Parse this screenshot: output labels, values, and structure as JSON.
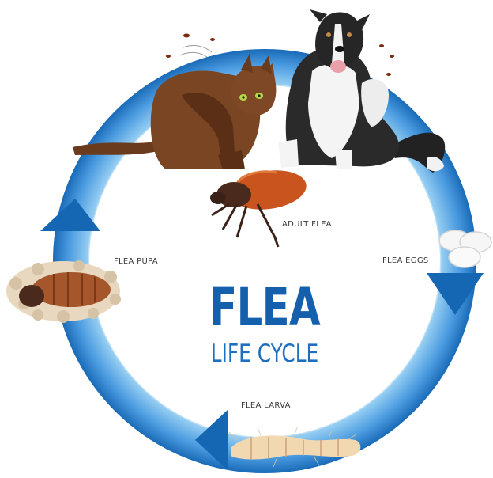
{
  "title": "FLEA",
  "subtitle": "LIFE CYCLE",
  "stages": {
    "adult": "ADULT FLEA",
    "eggs": "FLEA EGGS",
    "larva": "FLEA LARVA",
    "pupa": "FLEA PUPA"
  },
  "colors": {
    "ring_dark": "#1566b3",
    "ring_light": "#8ec8ef",
    "title": "#1560ad"
  },
  "icons": [
    "cat-icon",
    "dog-icon",
    "adult-flea-icon",
    "flea-eggs-icon",
    "flea-larva-icon",
    "flea-pupa-icon"
  ]
}
